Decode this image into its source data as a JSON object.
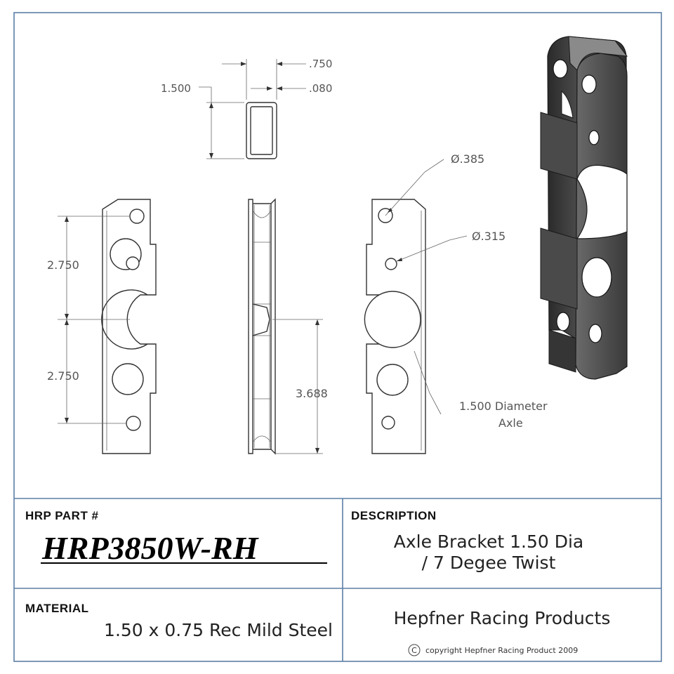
{
  "drawing": {
    "dims": {
      "tube_depth": ".750",
      "wall": ".080",
      "tube_width": "1.500",
      "spacing_top": "2.750",
      "spacing_bottom": "2.750",
      "axle_offset": "3.688",
      "hole_large": "Ø.385",
      "hole_small": "Ø.315",
      "axle_note_line1": "1.500 Diameter",
      "axle_note_line2": "Axle"
    }
  },
  "title_block": {
    "part_label": "HRP PART #",
    "part_number": "HRP3850W-RH",
    "description_label": "DESCRIPTION",
    "description_line1": "Axle Bracket 1.50 Dia",
    "description_line2": "/ 7 Degee Twist",
    "material_label": "MATERIAL",
    "material_value": "1.50 x 0.75 Rec Mild Steel",
    "company": "Hepfner Racing Products",
    "copyright_symbol": "C",
    "copyright_text": "copyright Hepfner Racing Product 2009"
  },
  "colors": {
    "frame": "#5b7fa6",
    "metal": "#3c3c3c"
  }
}
